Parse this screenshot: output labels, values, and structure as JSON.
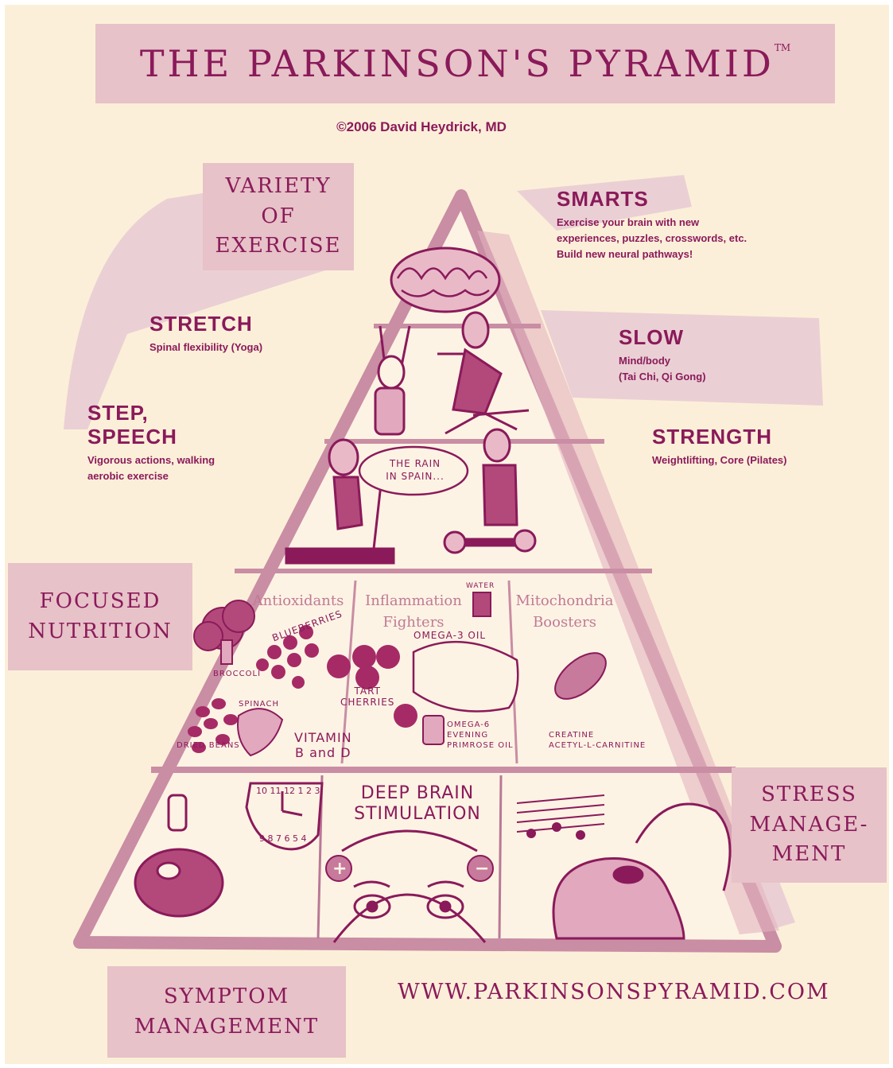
{
  "title": "THE PARKINSON'S PYRAMID",
  "trademark": "TM",
  "copyright": "©2006 David Heydrick, MD",
  "website": "WWW.PARKINSONSPYRAMID.COM",
  "side_labels": {
    "exercise": [
      "VARIETY",
      "OF",
      "EXERCISE"
    ],
    "nutrition": [
      "FOCUSED",
      "NUTRITION"
    ],
    "stress": [
      "STRESS",
      "MANAGE-",
      "MENT"
    ],
    "symptom": [
      "SYMPTOM",
      "MANAGEMENT"
    ]
  },
  "annotations": {
    "smarts": {
      "heading": "SMARTS",
      "lines": [
        "Exercise your brain with new",
        "experiences, puzzles, crosswords, etc.",
        "Build new neural pathways!"
      ]
    },
    "stretch": {
      "heading": "STRETCH",
      "lines": [
        "Spinal flexibility (Yoga)"
      ]
    },
    "slow": {
      "heading": "SLOW",
      "lines": [
        "Mind/body",
        "(Tai Chi, Qi Gong)"
      ]
    },
    "step": {
      "heading_lines": [
        "STEP,",
        "SPEECH"
      ],
      "lines": [
        "Vigorous actions, walking",
        "aerobic exercise"
      ]
    },
    "strength": {
      "heading": "STRENGTH",
      "lines": [
        "Weightlifting, Core (Pilates)"
      ]
    }
  },
  "nutrition_columns": {
    "antioxidants": "Antioxidants",
    "inflammation": [
      "Inflammation",
      "Fighters"
    ],
    "mitochondria": [
      "Mitochondria",
      "Boosters"
    ]
  },
  "drawing_text": {
    "speech_bubble": [
      "THE RAIN",
      "IN SPAIN..."
    ],
    "water": "WATER",
    "blueberries": "BLUEBERRIES",
    "broccoli": "BROCCOLI",
    "spinach": "SPINACH",
    "dried_beans": "DRIED BEANS",
    "omega3": "OMEGA-3 OIL",
    "tart_cherries": [
      "TART",
      "CHERRIES"
    ],
    "vitamins": [
      "VITAMIN",
      "B and D"
    ],
    "omega6": [
      "OMEGA-6",
      "EVENING",
      "PRIMROSE OIL"
    ],
    "creatine": [
      "CREATINE",
      "ACETYL-L-CARNITINE"
    ],
    "dbs": [
      "DEEP BRAIN",
      "STIMULATION"
    ],
    "clock_numbers": [
      "1",
      "2",
      "3",
      "4",
      "5",
      "6",
      "7",
      "8",
      "9",
      "10",
      "11",
      "12"
    ],
    "plus": "+",
    "minus": "−"
  },
  "colors": {
    "background": "#fcefd9",
    "ink": "#8a1a5a",
    "label_fill": "#e7c2c8",
    "pyramid_edge": "#c98da4",
    "faded_text": "#c07a95"
  }
}
